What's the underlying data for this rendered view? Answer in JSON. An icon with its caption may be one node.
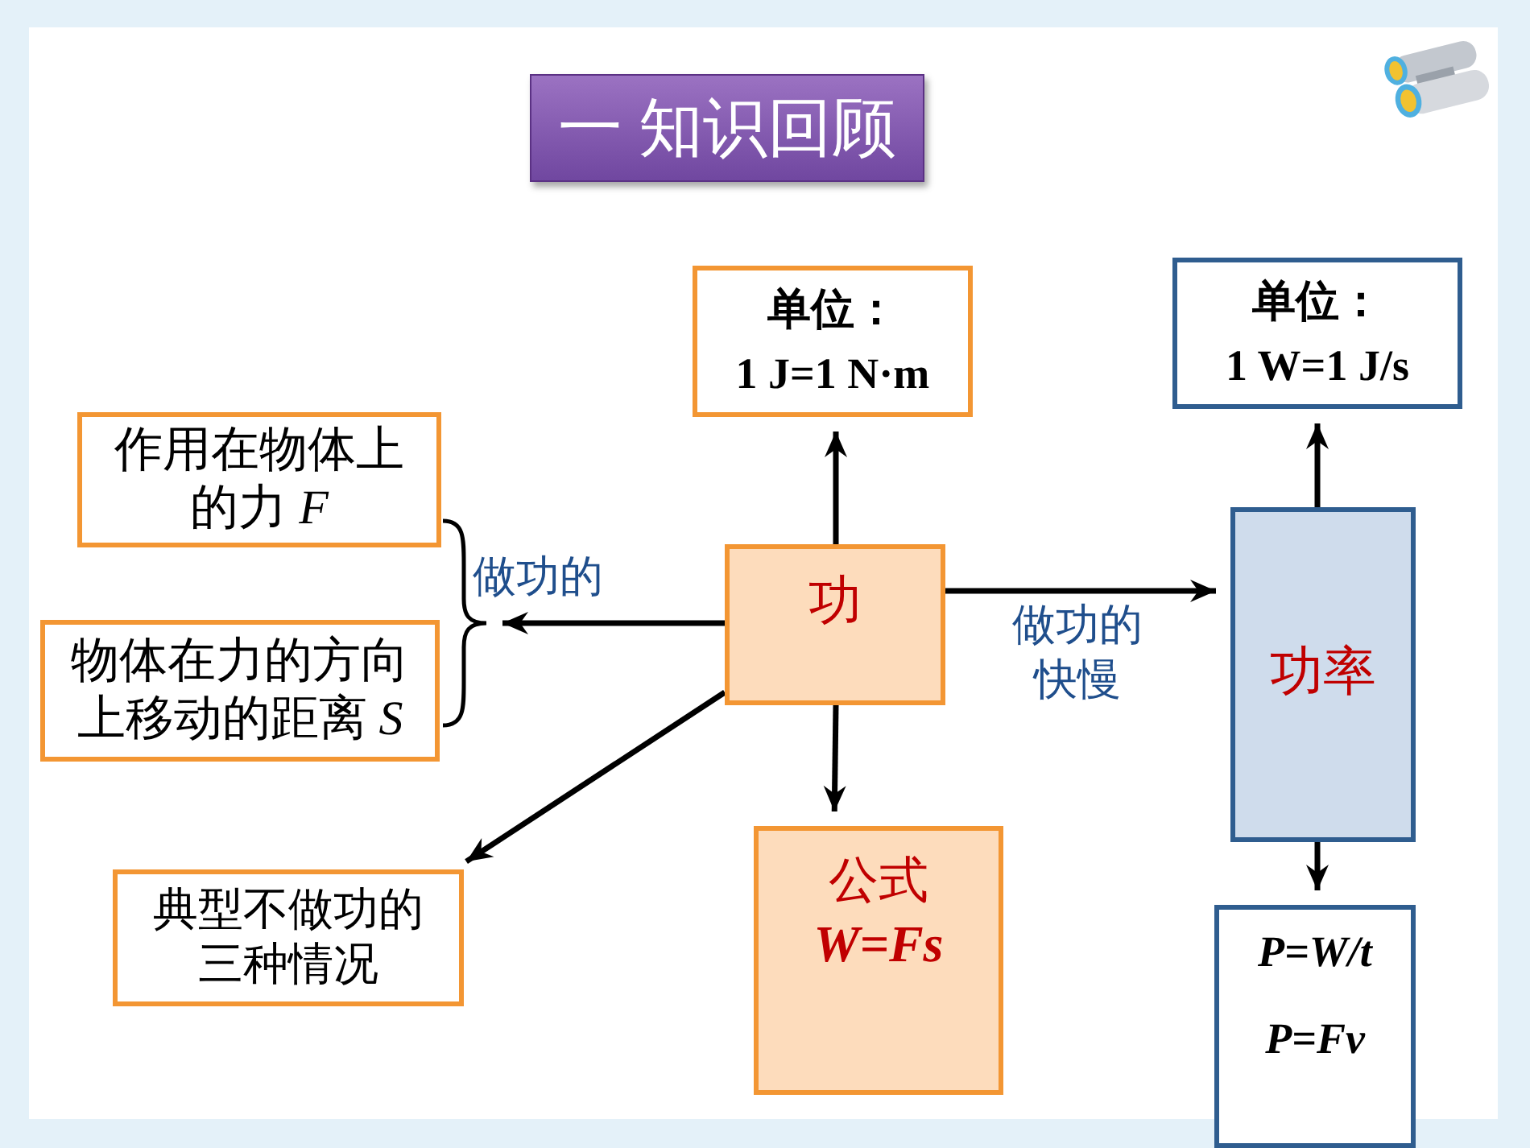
{
  "diagram": {
    "title": "一 知识回顾",
    "nodes": [
      {
        "text": [
          "单位：",
          "1 J=1 N·m"
        ]
      },
      {
        "text": [
          "单位：",
          "1 W=1 J/s"
        ]
      },
      {
        "text": [
          "作用在物体上的力 *F*"
        ]
      },
      {
        "text": [
          "功率"
        ]
      },
      {
        "text": [
          "功"
        ]
      },
      {
        "text": [
          "物体在力的方向上移动的距离 *S*"
        ]
      },
      {
        "text": [
          "公式",
          "W=Fs"
        ]
      },
      {
        "text": [
          "典型不做功的三种情况"
        ]
      },
      {
        "text": [
          "P=W/t",
          "P=Fv"
        ]
      },
      {
        "text": [],
        "shape": "brace"
      }
    ],
    "edges": [
      {
        "from": 4,
        "to": 0,
        "arrow": "to"
      },
      {
        "from": 4,
        "to": 9,
        "arrow": "to",
        "label": "做功的"
      },
      {
        "from": 4,
        "to": 3,
        "arrow": "to",
        "label": "做功的快慢"
      },
      {
        "from": 4,
        "to": 6,
        "arrow": "to"
      },
      {
        "from": 4,
        "to": 7,
        "arrow": "to"
      },
      {
        "from": 3,
        "to": 1,
        "arrow": "to"
      },
      {
        "from": 3,
        "to": 8,
        "arrow": "to"
      }
    ]
  }
}
